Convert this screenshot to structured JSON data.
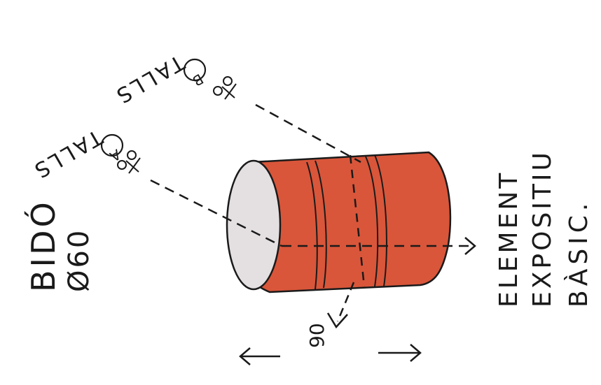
{
  "labels": {
    "bido": "BIDÓ",
    "diameter": "Ø60",
    "cut_a": "TALLS",
    "cut_a_marker": "A",
    "cut_b": "TALLS",
    "cut_b_marker": "B",
    "element_line1": "ELEMENT",
    "element_line2": "EXPOSITIU",
    "element_line3": "BÀSIC.",
    "dimension": "90"
  },
  "colors": {
    "barrel": "#d9563a",
    "barrel_top": "#e4e0e2",
    "ink": "#1a1a1a"
  },
  "icons": [
    "scissors-icon",
    "scissors-icon",
    "arrow-icon"
  ]
}
